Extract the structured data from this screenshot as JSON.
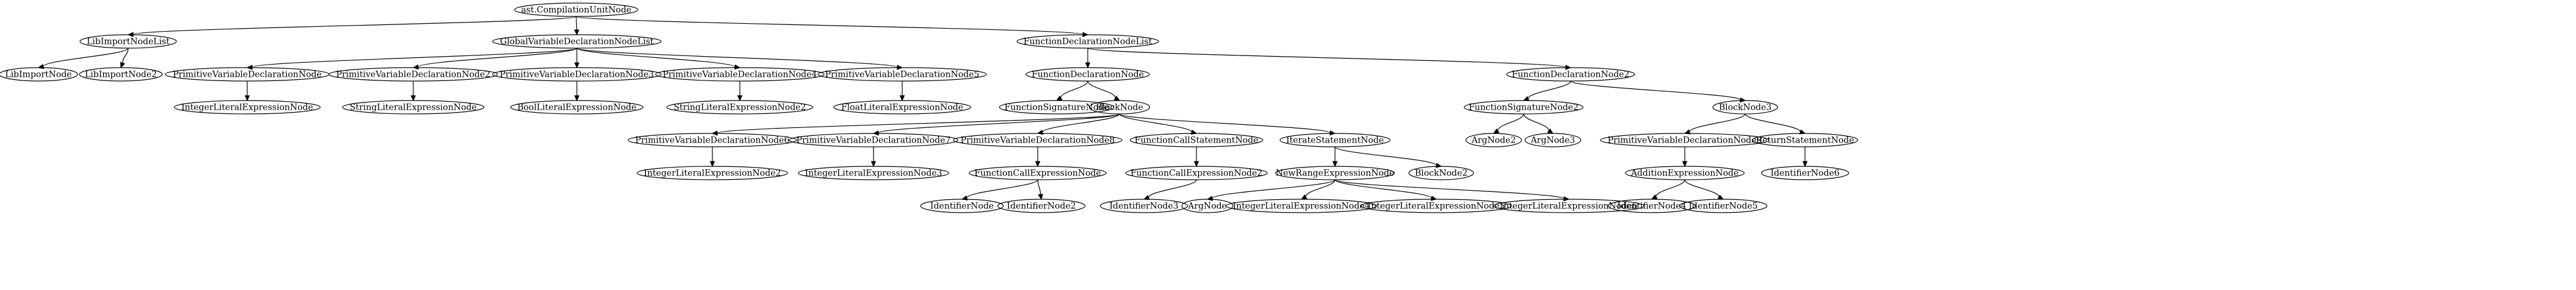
{
  "graph": {
    "type": "directed-tree",
    "style": {
      "stroke": "#000000",
      "background": "#ffffff"
    },
    "nodes": [
      {
        "id": "root",
        "label": "ast.CompilationUnitNode"
      },
      {
        "id": "libList",
        "label": "LibImportNodeList"
      },
      {
        "id": "globList",
        "label": "GlobalVariableDeclarationNodeList"
      },
      {
        "id": "funcList",
        "label": "FunctionDeclarationNodeList"
      },
      {
        "id": "lib1",
        "label": "LibImportNode"
      },
      {
        "id": "lib2",
        "label": "LibImportNode2"
      },
      {
        "id": "pv1",
        "label": "PrimitiveVariableDeclarationNode"
      },
      {
        "id": "pv2",
        "label": "PrimitiveVariableDeclarationNode2"
      },
      {
        "id": "pv3",
        "label": "PrimitiveVariableDeclarationNode3"
      },
      {
        "id": "pv4",
        "label": "PrimitiveVariableDeclarationNode4"
      },
      {
        "id": "pv5",
        "label": "PrimitiveVariableDeclarationNode5"
      },
      {
        "id": "intLit1",
        "label": "IntegerLiteralExpressionNode"
      },
      {
        "id": "strLit1",
        "label": "StringLiteralExpressionNode"
      },
      {
        "id": "boolLit",
        "label": "BoolLiteralExpressionNode"
      },
      {
        "id": "strLit2",
        "label": "StringLiteralExpressionNode2"
      },
      {
        "id": "floatLit",
        "label": "FloatLiteralExpressionNode"
      },
      {
        "id": "fd1",
        "label": "FunctionDeclarationNode"
      },
      {
        "id": "fd2",
        "label": "FunctionDeclarationNode2"
      },
      {
        "id": "fs1",
        "label": "FunctionSignatureNode"
      },
      {
        "id": "block1",
        "label": "BlockNode"
      },
      {
        "id": "fs2",
        "label": "FunctionSignatureNode2"
      },
      {
        "id": "block3",
        "label": "BlockNode3"
      },
      {
        "id": "pv6",
        "label": "PrimitiveVariableDeclarationNode6"
      },
      {
        "id": "pv7",
        "label": "PrimitiveVariableDeclarationNode7"
      },
      {
        "id": "pv8",
        "label": "PrimitiveVariableDeclarationNode8"
      },
      {
        "id": "fcs",
        "label": "FunctionCallStatementNode"
      },
      {
        "id": "iter",
        "label": "IterateStatementNode"
      },
      {
        "id": "arg2",
        "label": "ArgNode2"
      },
      {
        "id": "arg3",
        "label": "ArgNode3"
      },
      {
        "id": "pv9",
        "label": "PrimitiveVariableDeclarationNode9"
      },
      {
        "id": "ret",
        "label": "ReturnStatementNode"
      },
      {
        "id": "intLit2",
        "label": "IntegerLiteralExpressionNode2"
      },
      {
        "id": "intLit3",
        "label": "IntegerLiteralExpressionNode3"
      },
      {
        "id": "fce1",
        "label": "FunctionCallExpressionNode"
      },
      {
        "id": "fce2",
        "label": "FunctionCallExpressionNode2"
      },
      {
        "id": "newRange",
        "label": "NewRangeExpressionNode"
      },
      {
        "id": "block2",
        "label": "BlockNode2"
      },
      {
        "id": "addExpr",
        "label": "AdditionExpressionNode"
      },
      {
        "id": "id6",
        "label": "IdentifierNode6"
      },
      {
        "id": "id1",
        "label": "IdentifierNode"
      },
      {
        "id": "id2",
        "label": "IdentifierNode2"
      },
      {
        "id": "id3",
        "label": "IdentifierNode3"
      },
      {
        "id": "arg1",
        "label": "ArgNode"
      },
      {
        "id": "intLit4",
        "label": "IntegerLiteralExpressionNode4"
      },
      {
        "id": "intLit5",
        "label": "IntegerLiteralExpressionNode5"
      },
      {
        "id": "intLit6",
        "label": "IntegerLiteralExpressionNode6"
      },
      {
        "id": "id4",
        "label": "IdentifierNode4"
      },
      {
        "id": "id5",
        "label": "IdentifierNode5"
      }
    ],
    "edges": [
      [
        "root",
        "libList"
      ],
      [
        "root",
        "globList"
      ],
      [
        "root",
        "funcList"
      ],
      [
        "libList",
        "lib1"
      ],
      [
        "libList",
        "lib2"
      ],
      [
        "globList",
        "pv1"
      ],
      [
        "globList",
        "pv2"
      ],
      [
        "globList",
        "pv3"
      ],
      [
        "globList",
        "pv4"
      ],
      [
        "globList",
        "pv5"
      ],
      [
        "pv1",
        "intLit1"
      ],
      [
        "pv2",
        "strLit1"
      ],
      [
        "pv3",
        "boolLit"
      ],
      [
        "pv4",
        "strLit2"
      ],
      [
        "pv5",
        "floatLit"
      ],
      [
        "funcList",
        "fd1"
      ],
      [
        "funcList",
        "fd2"
      ],
      [
        "fd1",
        "fs1"
      ],
      [
        "fd1",
        "block1"
      ],
      [
        "fd2",
        "fs2"
      ],
      [
        "fd2",
        "block3"
      ],
      [
        "block1",
        "pv6"
      ],
      [
        "block1",
        "pv7"
      ],
      [
        "block1",
        "pv8"
      ],
      [
        "block1",
        "fcs"
      ],
      [
        "block1",
        "iter"
      ],
      [
        "fs2",
        "arg2"
      ],
      [
        "fs2",
        "arg3"
      ],
      [
        "block3",
        "pv9"
      ],
      [
        "block3",
        "ret"
      ],
      [
        "pv6",
        "intLit2"
      ],
      [
        "pv7",
        "intLit3"
      ],
      [
        "pv8",
        "fce1"
      ],
      [
        "fcs",
        "fce2"
      ],
      [
        "iter",
        "newRange"
      ],
      [
        "iter",
        "block2"
      ],
      [
        "pv9",
        "addExpr"
      ],
      [
        "ret",
        "id6"
      ],
      [
        "fce1",
        "id1"
      ],
      [
        "fce1",
        "id2"
      ],
      [
        "fce2",
        "id3"
      ],
      [
        "newRange",
        "arg1"
      ],
      [
        "newRange",
        "intLit4"
      ],
      [
        "newRange",
        "intLit5"
      ],
      [
        "newRange",
        "intLit6"
      ],
      [
        "addExpr",
        "id4"
      ],
      [
        "addExpr",
        "id5"
      ]
    ]
  }
}
